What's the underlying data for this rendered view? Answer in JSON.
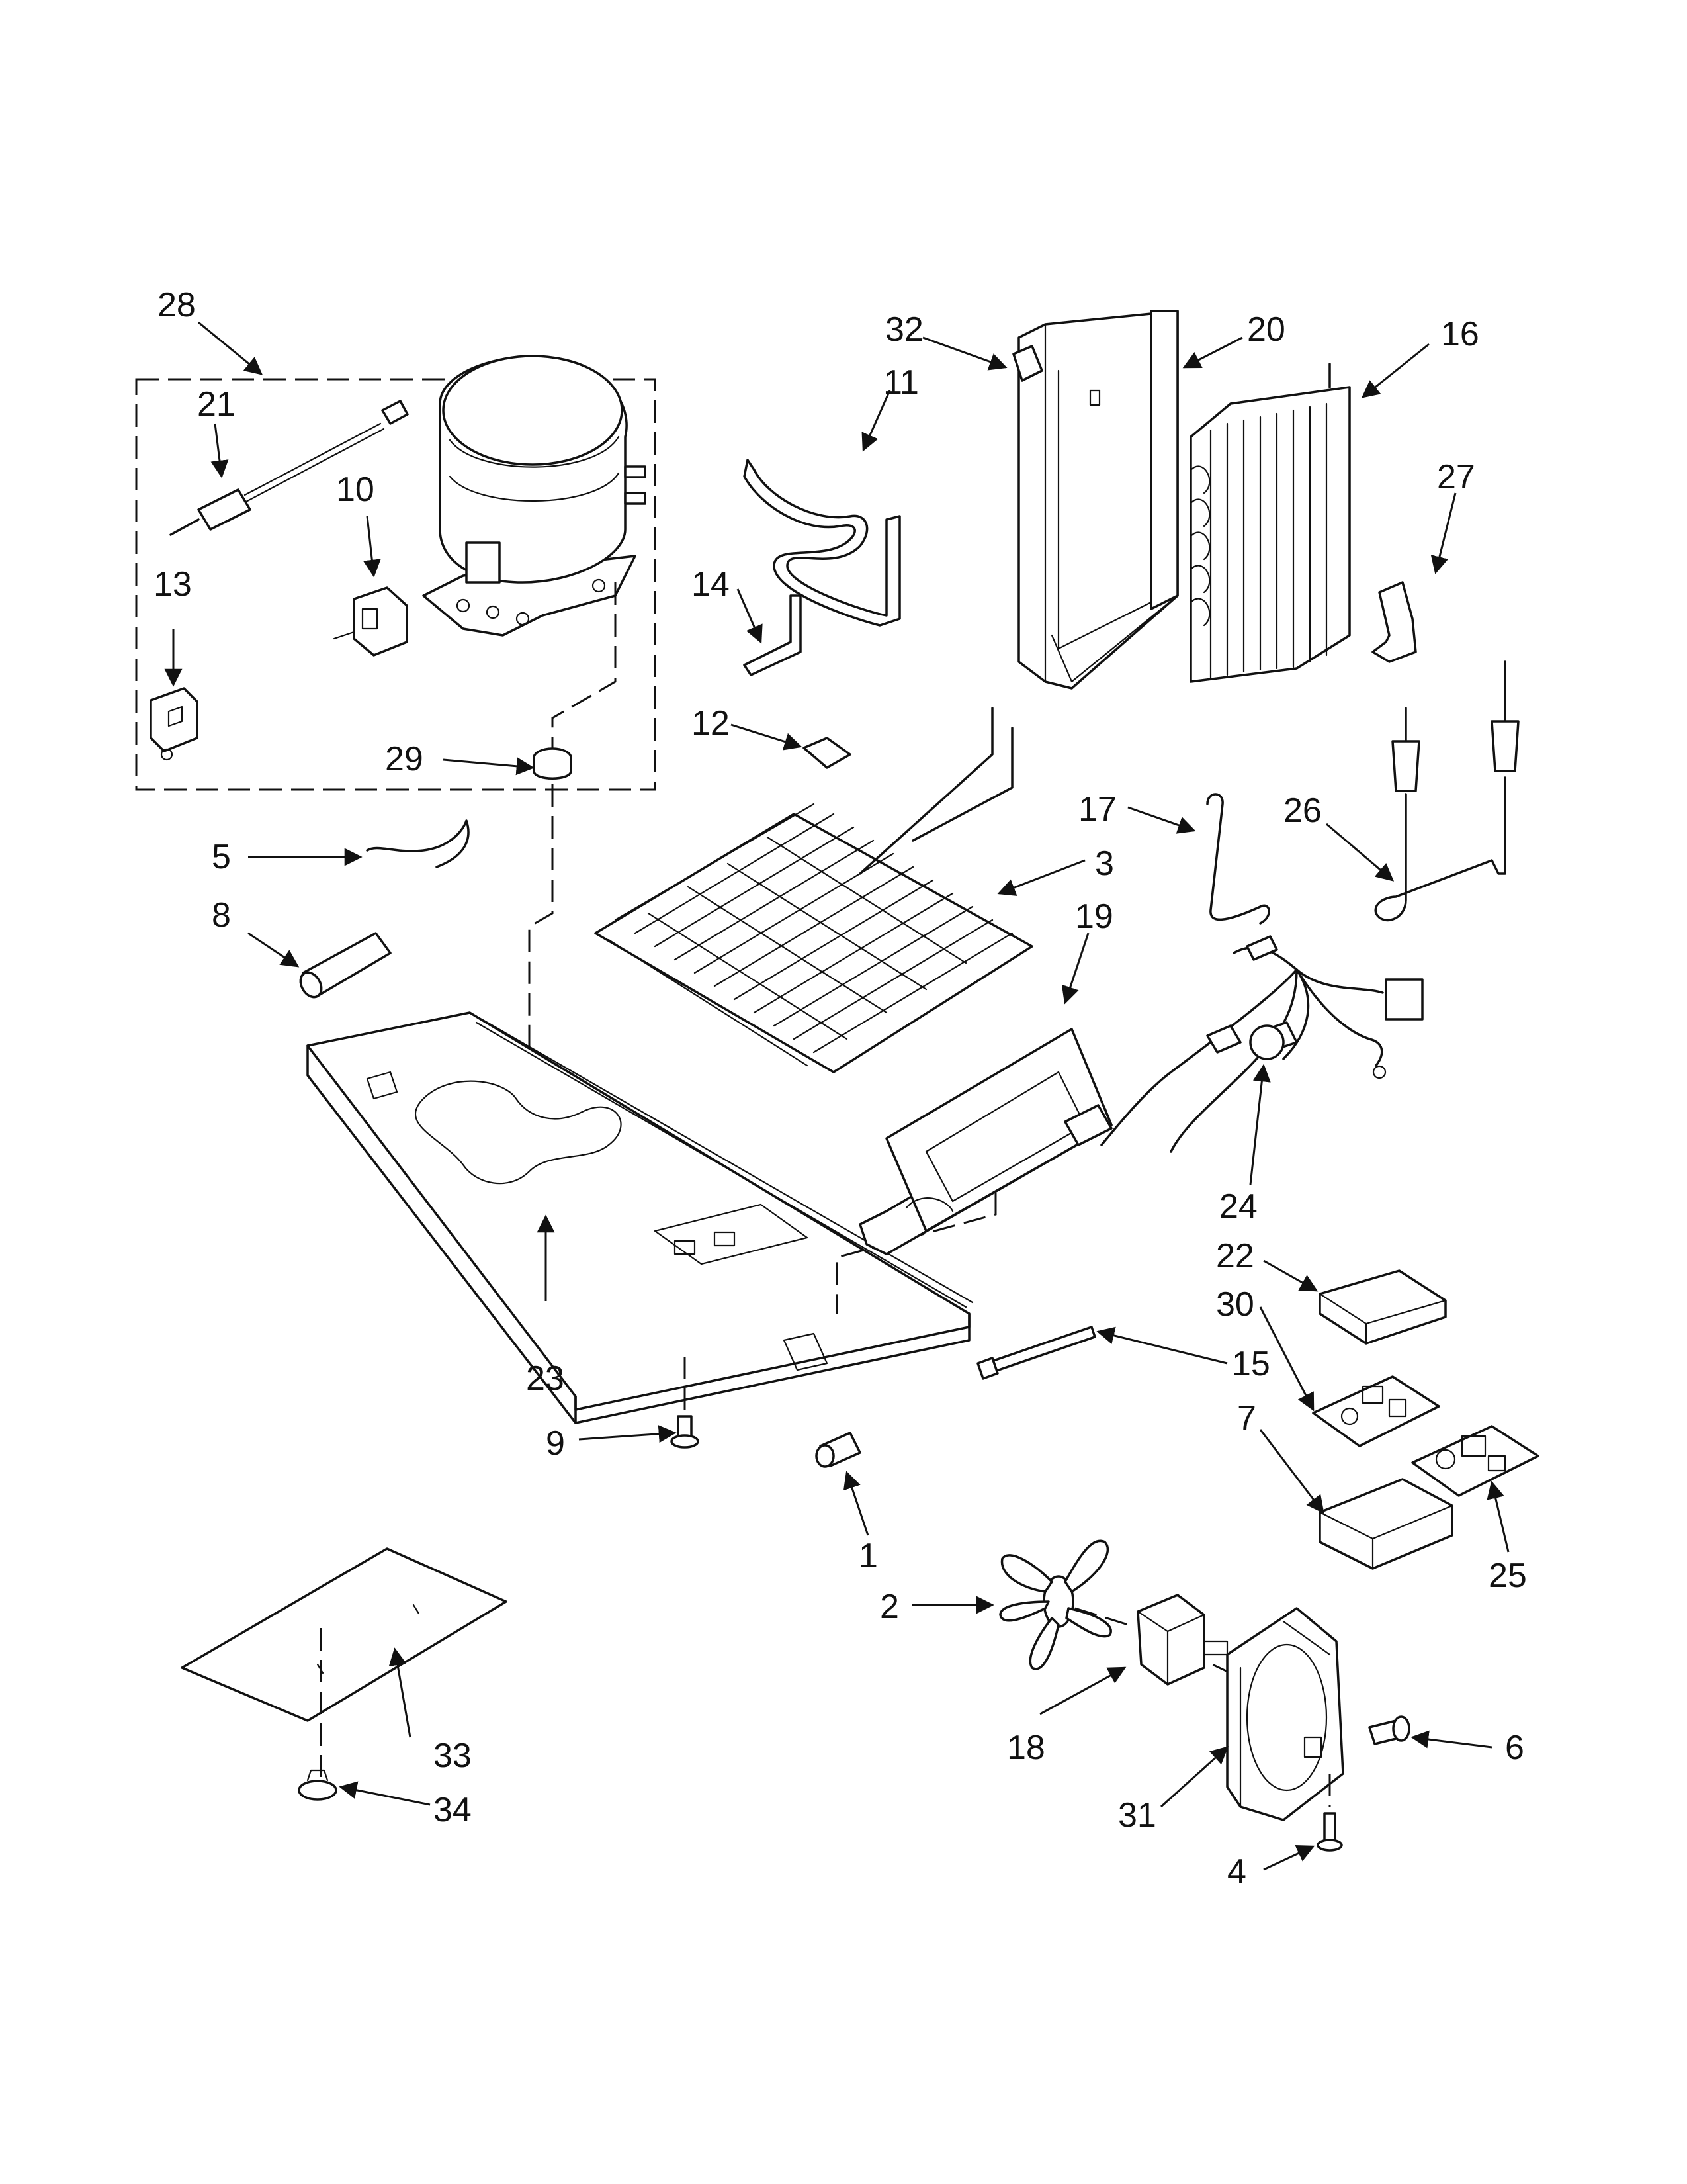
{
  "callouts": {
    "c1": "1",
    "c2": "2",
    "c3": "3",
    "c4": "4",
    "c5": "5",
    "c6": "6",
    "c7": "7",
    "c8": "8",
    "c9": "9",
    "c10": "10",
    "c11": "11",
    "c12": "12",
    "c13": "13",
    "c14": "14",
    "c15": "15",
    "c16": "16",
    "c17": "17",
    "c18": "18",
    "c19": "19",
    "c20": "20",
    "c21": "21",
    "c22": "22",
    "c23": "23",
    "c24": "24",
    "c25": "25",
    "c26": "26",
    "c27": "27",
    "c28": "28",
    "c29": "29",
    "c30": "30",
    "c31": "31",
    "c32": "32",
    "c33": "33",
    "c34": "34"
  },
  "colors": {
    "line": "#111111",
    "background": "#ffffff"
  }
}
